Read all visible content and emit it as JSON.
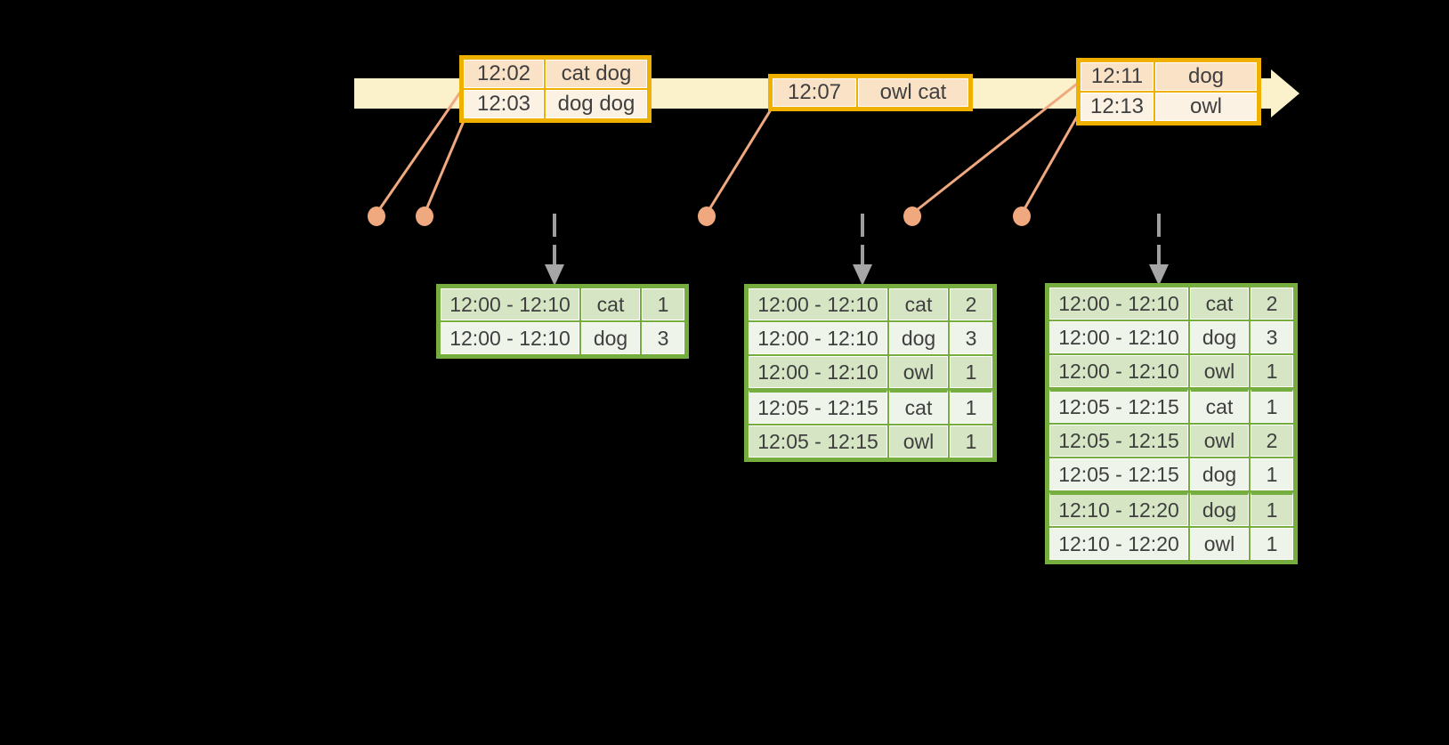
{
  "diagram": {
    "kind": "windowed-streaming-aggregation-timeline",
    "background": "#000000"
  },
  "colors": {
    "timeline_band": "#fbf1cb",
    "event_table_border": "#f0b000",
    "event_row_peach": "#fae2c7",
    "event_row_cream": "#fcf2e3",
    "connector_salmon": "#f0a87e",
    "result_table_border": "#76ad3f",
    "result_row_dark": "#d6e5c4",
    "result_row_light": "#eff4ea",
    "arrow_gray": "#a0a0a0",
    "text": "#3f3f3f"
  },
  "event_tables": [
    {
      "rows": [
        {
          "time": "12:02",
          "words": "cat dog"
        },
        {
          "time": "12:03",
          "words": "dog dog"
        }
      ]
    },
    {
      "rows": [
        {
          "time": "12:07",
          "words": "owl cat"
        }
      ]
    },
    {
      "rows": [
        {
          "time": "12:11",
          "words": "dog"
        },
        {
          "time": "12:13",
          "words": "owl"
        }
      ]
    }
  ],
  "result_tables": [
    {
      "rows": [
        {
          "window": "12:00 - 12:10",
          "word": "cat",
          "count": "1"
        },
        {
          "window": "12:00 - 12:10",
          "word": "dog",
          "count": "3"
        }
      ]
    },
    {
      "rows": [
        {
          "window": "12:00 - 12:10",
          "word": "cat",
          "count": "2"
        },
        {
          "window": "12:00 - 12:10",
          "word": "dog",
          "count": "3"
        },
        {
          "window": "12:00 - 12:10",
          "word": "owl",
          "count": "1"
        },
        {
          "window": "12:05 - 12:15",
          "word": "cat",
          "count": "1"
        },
        {
          "window": "12:05 - 12:15",
          "word": "owl",
          "count": "1"
        }
      ]
    },
    {
      "rows": [
        {
          "window": "12:00 - 12:10",
          "word": "cat",
          "count": "2"
        },
        {
          "window": "12:00 - 12:10",
          "word": "dog",
          "count": "3"
        },
        {
          "window": "12:00 - 12:10",
          "word": "owl",
          "count": "1"
        },
        {
          "window": "12:05 - 12:15",
          "word": "cat",
          "count": "1"
        },
        {
          "window": "12:05 - 12:15",
          "word": "owl",
          "count": "2"
        },
        {
          "window": "12:05 - 12:15",
          "word": "dog",
          "count": "1"
        },
        {
          "window": "12:10 - 12:20",
          "word": "dog",
          "count": "1"
        },
        {
          "window": "12:10 - 12:20",
          "word": "owl",
          "count": "1"
        }
      ]
    }
  ]
}
